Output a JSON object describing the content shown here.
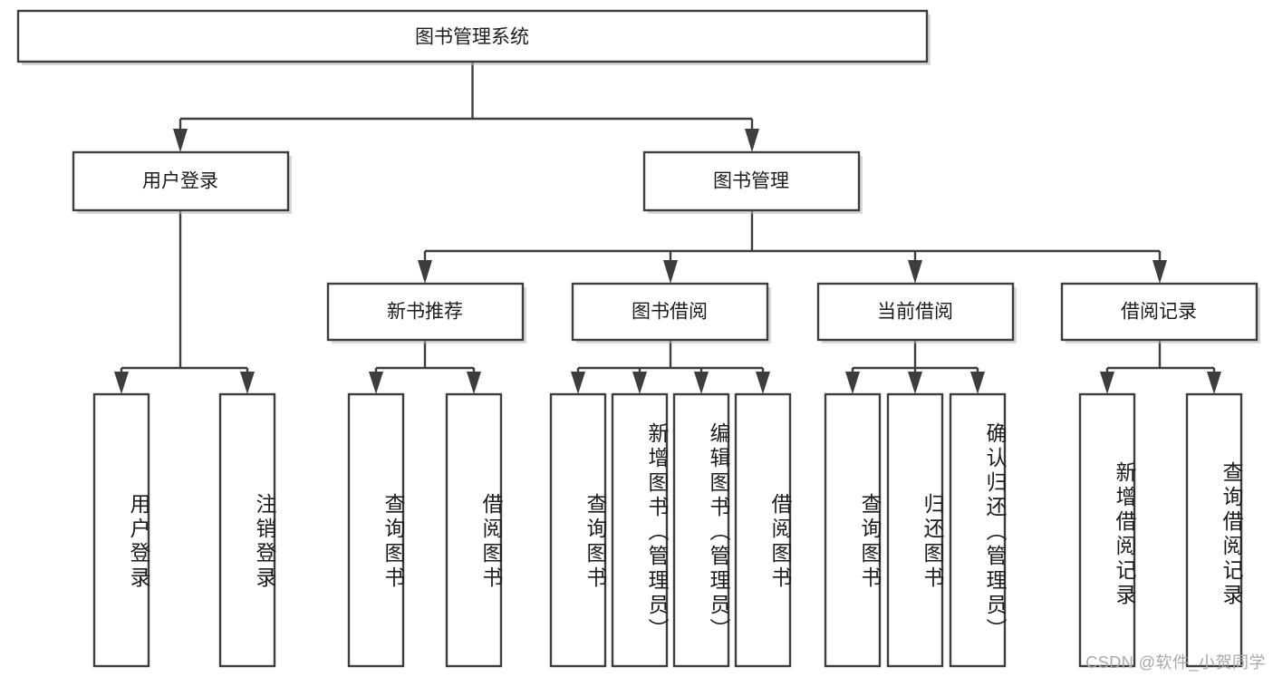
{
  "diagram": {
    "title": "图书管理系统",
    "type": "hierarchy-tree",
    "root": {
      "id": "root",
      "label": "图书管理系统"
    },
    "level2": [
      {
        "id": "user-login",
        "label": "用户登录"
      },
      {
        "id": "book-management",
        "label": "图书管理"
      }
    ],
    "level3": [
      {
        "id": "new-book-recommend",
        "label": "新书推荐"
      },
      {
        "id": "book-borrow",
        "label": "图书借阅"
      },
      {
        "id": "current-borrow",
        "label": "当前借阅"
      },
      {
        "id": "borrow-record",
        "label": "借阅记录"
      }
    ],
    "leaves": {
      "user-login": [
        {
          "id": "leaf-user-login",
          "label": "用户登录"
        },
        {
          "id": "leaf-logout-login",
          "label": "注销登录"
        }
      ],
      "new-book-recommend": [
        {
          "id": "leaf-query-book-1",
          "label": "查询图书"
        },
        {
          "id": "leaf-borrow-book-1",
          "label": "借阅图书"
        }
      ],
      "book-borrow": [
        {
          "id": "leaf-query-book-2",
          "label": "查询图书"
        },
        {
          "id": "leaf-add-book",
          "label": "新增图书（管理员）"
        },
        {
          "id": "leaf-edit-book",
          "label": "编辑图书（管理员）"
        },
        {
          "id": "leaf-borrow-book-2",
          "label": "借阅图书"
        }
      ],
      "current-borrow": [
        {
          "id": "leaf-query-book-3",
          "label": "查询图书"
        },
        {
          "id": "leaf-return-book",
          "label": "归还图书"
        },
        {
          "id": "leaf-confirm-return",
          "label": "确认归还（管理员）"
        }
      ],
      "borrow-record": [
        {
          "id": "leaf-add-record",
          "label": "新增借阅记录"
        },
        {
          "id": "leaf-query-record",
          "label": "查询借阅记录"
        }
      ]
    }
  },
  "watermark": {
    "text": "CSDN @软件_小贺同学"
  },
  "colors": {
    "box_stroke": "#3d3d3d",
    "box_fill": "#ffffff",
    "text": "#1c1c1c",
    "watermark": "#a8a8a8",
    "background": "#ffffff"
  }
}
